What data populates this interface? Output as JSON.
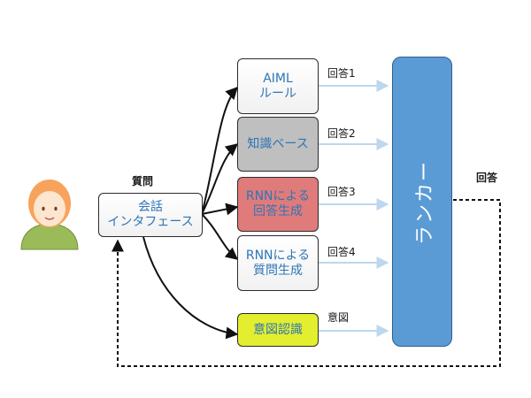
{
  "person": {
    "icon": "user-avatar-icon",
    "hair_color": "#f7a35c",
    "shirt_color": "#9bbb59"
  },
  "labels": {
    "question": "質問",
    "answer": "回答",
    "intent": "意図",
    "answer1": "回答1",
    "answer2": "回答2",
    "answer3": "回答3",
    "answer4": "回答4"
  },
  "boxes": {
    "dialog_interface": {
      "line1": "会話",
      "line2": "インタフェース"
    },
    "aiml": {
      "line1": "AIML",
      "line2": "ルール"
    },
    "knowledge_base": {
      "line1": "知識ベース",
      "line2": "",
      "color": "#bfbfbf"
    },
    "rnn_answer": {
      "line1": "RNNによる",
      "line2": "回答生成",
      "color": "#e07b7b"
    },
    "rnn_question": {
      "line1": "RNNによる",
      "line2": "質問生成"
    },
    "intent_recognition": {
      "line1": "意図認識",
      "line2": "",
      "color": "#e3ee2e"
    },
    "ranker": {
      "text": "ランカー",
      "color": "#5b9bd5"
    }
  },
  "colors": {
    "arrow": "#111111",
    "light_arrow": "#bdd7ee",
    "text_blue": "#2e75b6"
  }
}
